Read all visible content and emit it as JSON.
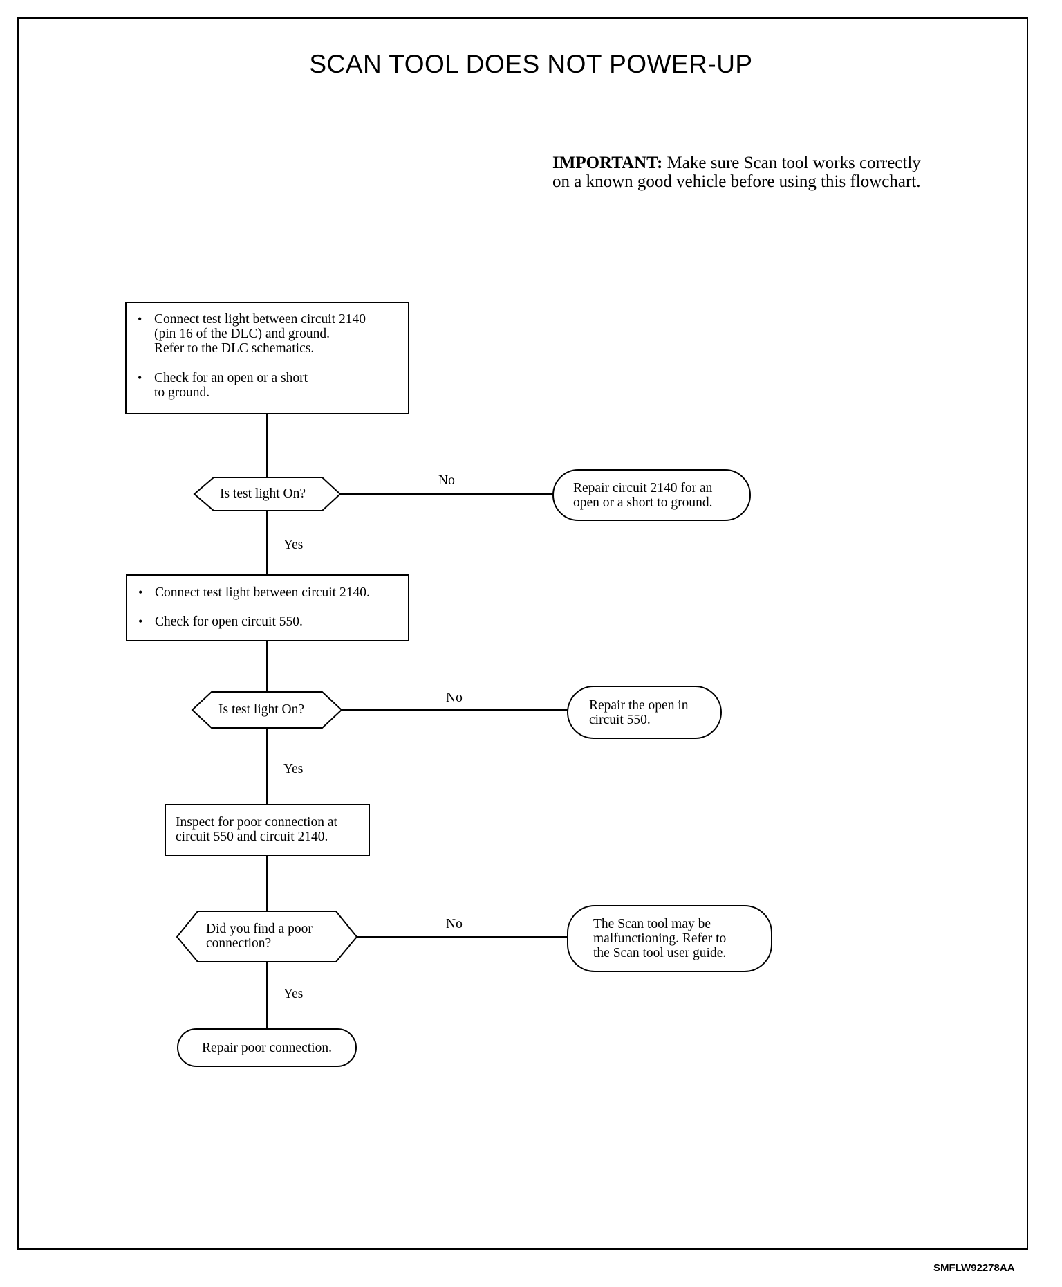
{
  "title": "SCAN TOOL DOES NOT POWER-UP",
  "important": {
    "lead": "IMPORTANT:",
    "text_line1": "Make sure Scan tool works correctly",
    "text_line2": "on a known good vehicle before using this flowchart."
  },
  "steps": {
    "step1": {
      "bullet1_lines": [
        "Connect test light between circuit 2140",
        "(pin 16 of the DLC) and ground.",
        "Refer to the DLC schematics."
      ],
      "bullet2_lines": [
        "Check for an open or a short",
        "to ground."
      ]
    },
    "decision1": "Is test light On?",
    "result1_lines": [
      "Repair circuit 2140 for an",
      "open or a short to ground."
    ],
    "step2": {
      "bullet1": "Connect test light between circuit 2140.",
      "bullet2": "Check for open circuit 550."
    },
    "decision2": "Is test light On?",
    "result2_lines": [
      "Repair the open in",
      "circuit 550."
    ],
    "step3_lines": [
      "Inspect for poor connection at",
      "circuit 550 and circuit 2140."
    ],
    "decision3_lines": [
      "Did you find a poor",
      "connection?"
    ],
    "result3_lines": [
      "The Scan tool may be",
      "malfunctioning. Refer to",
      "the Scan tool user guide."
    ],
    "final": "Repair poor connection."
  },
  "labels": {
    "no": "No",
    "yes": "Yes"
  },
  "figure_code": "SMFLW92278AA"
}
